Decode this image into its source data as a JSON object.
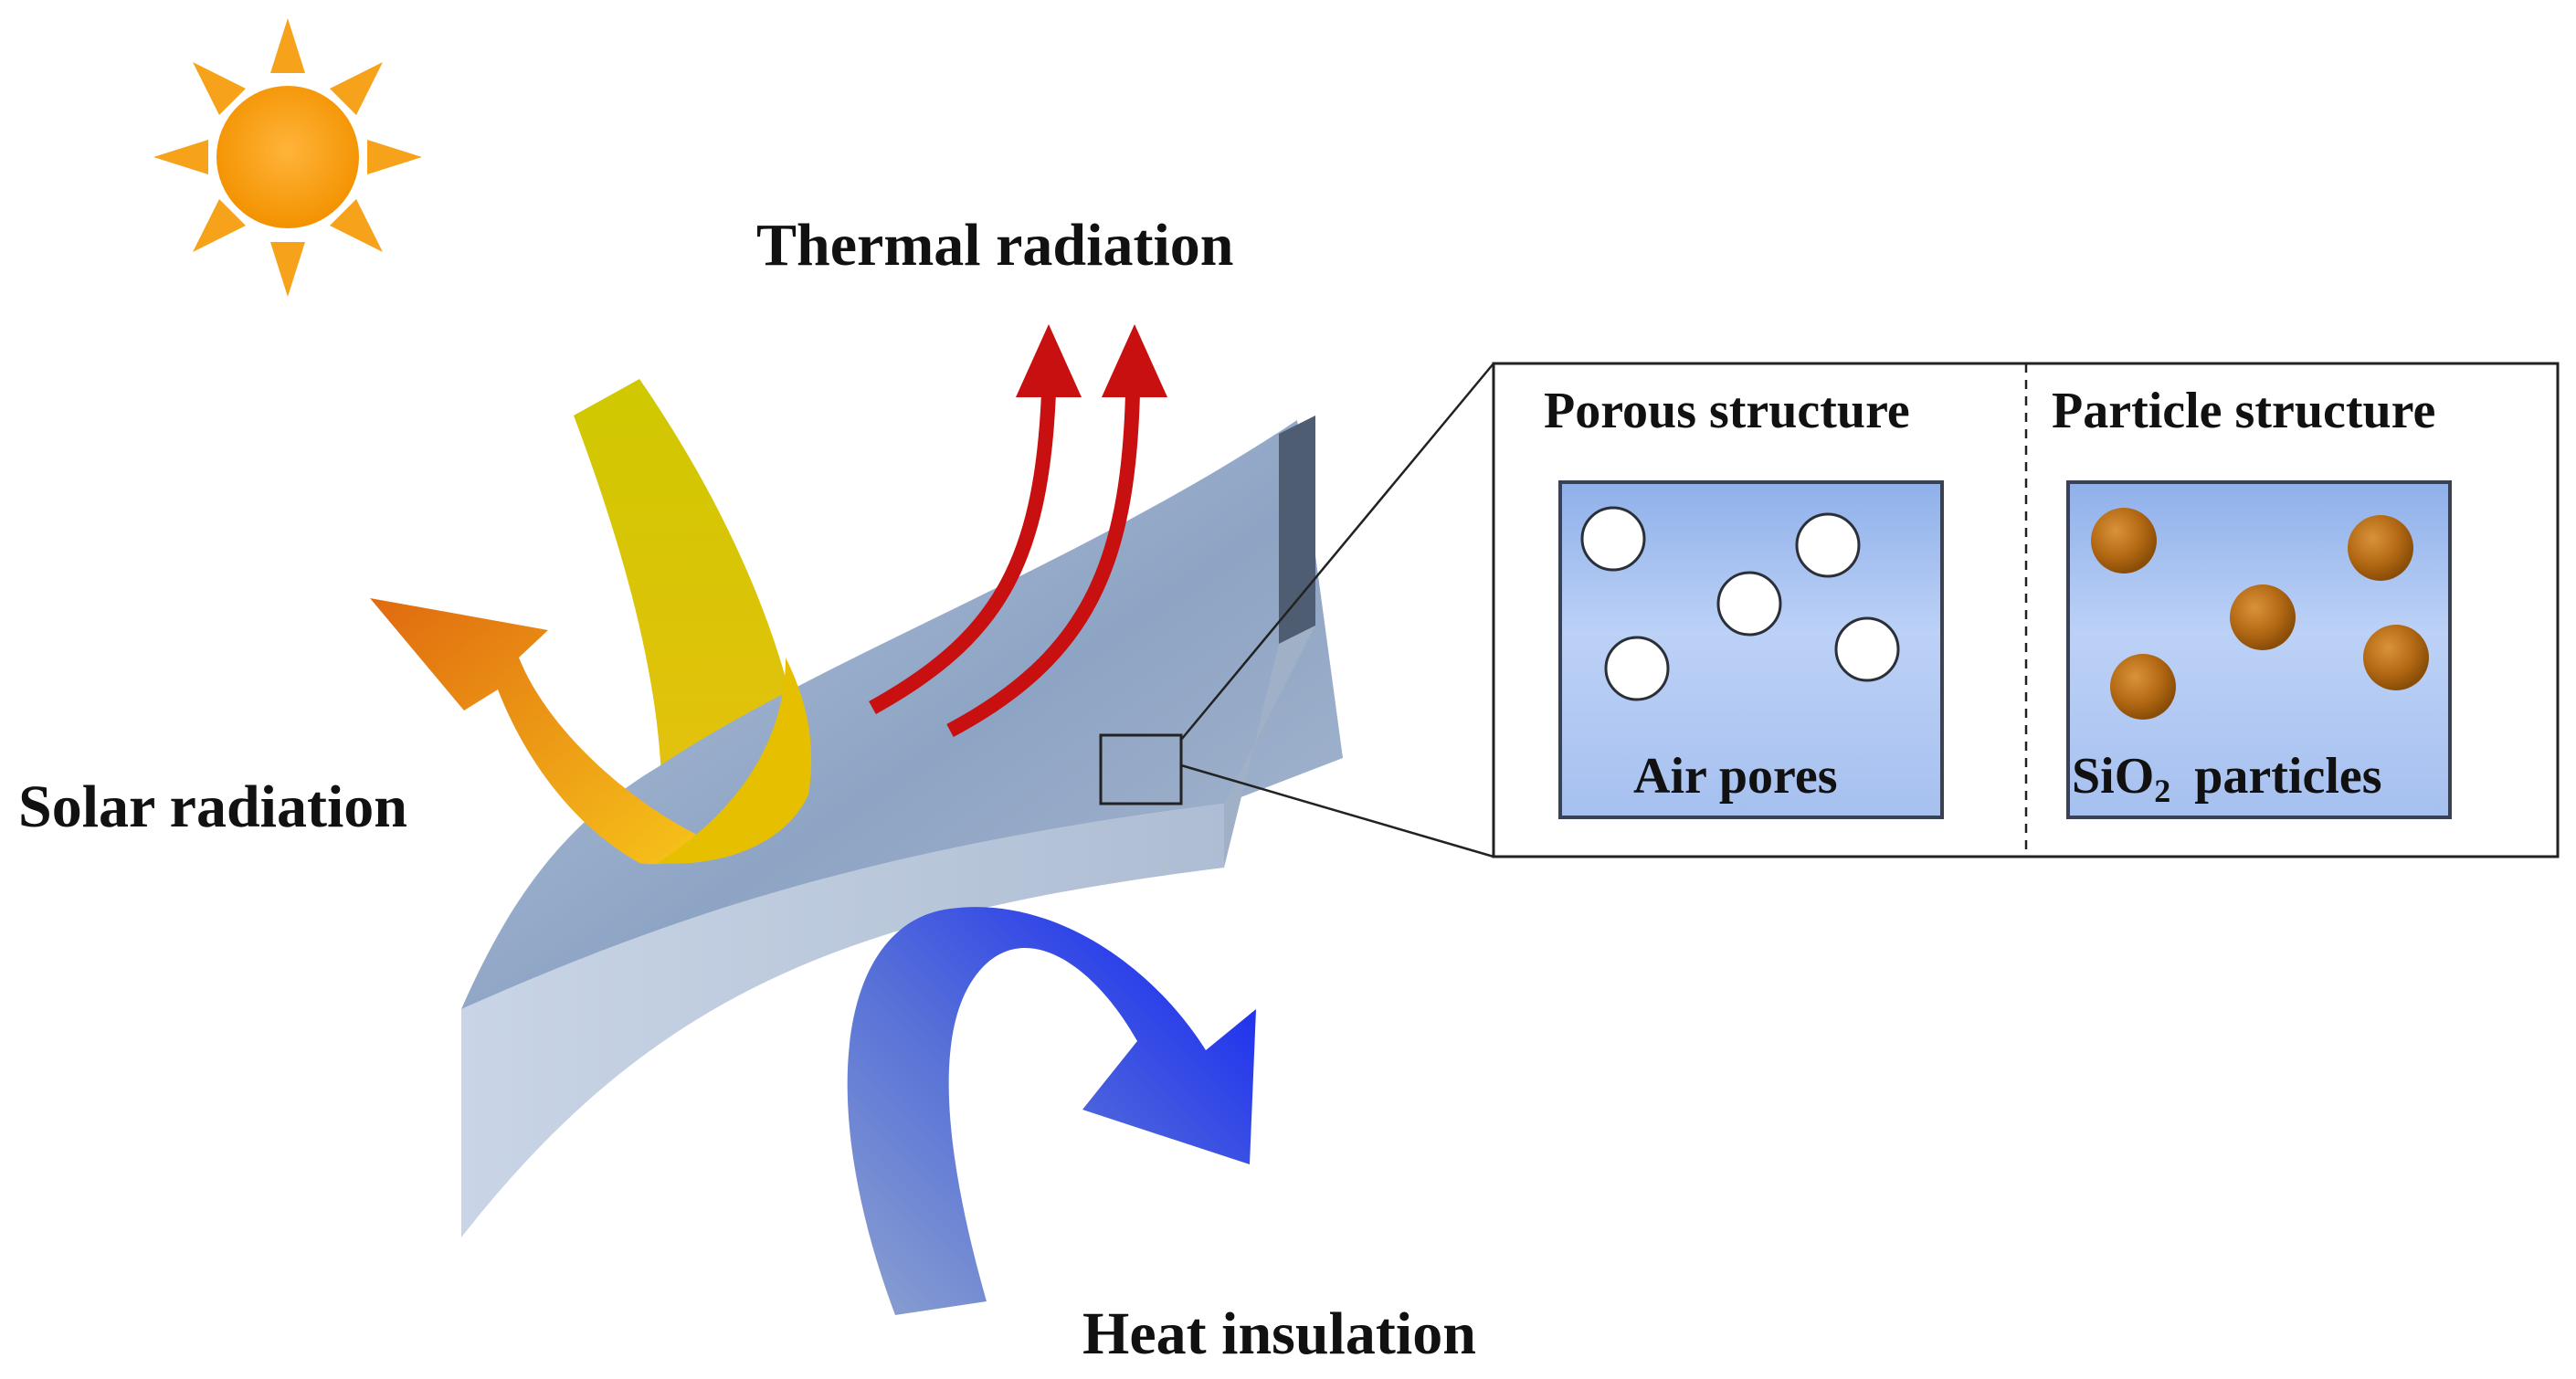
{
  "labels": {
    "thermal_radiation": "Thermal radiation",
    "solar_radiation": "Solar radiation",
    "heat_insulation": "Heat insulation"
  },
  "inset": {
    "porous": {
      "title": "Porous structure",
      "caption": "Air pores"
    },
    "particle": {
      "title": "Particle structure",
      "caption_prefix": "SiO",
      "caption_subscript": "2",
      "caption_suffix": "particles"
    }
  },
  "colors": {
    "sun": "#f7a21b",
    "film": "#93a9c7",
    "thermal_arrows": "#c81010",
    "solar_in": "#d2c500",
    "solar_out": "#f08c10",
    "heat_arrow": "#1a22f0",
    "pore_panel": "#a9c4f2",
    "particle": "#b8701a"
  },
  "icons": [
    "sun-icon",
    "zoom-box",
    "pore-circle",
    "sio2-particle"
  ]
}
